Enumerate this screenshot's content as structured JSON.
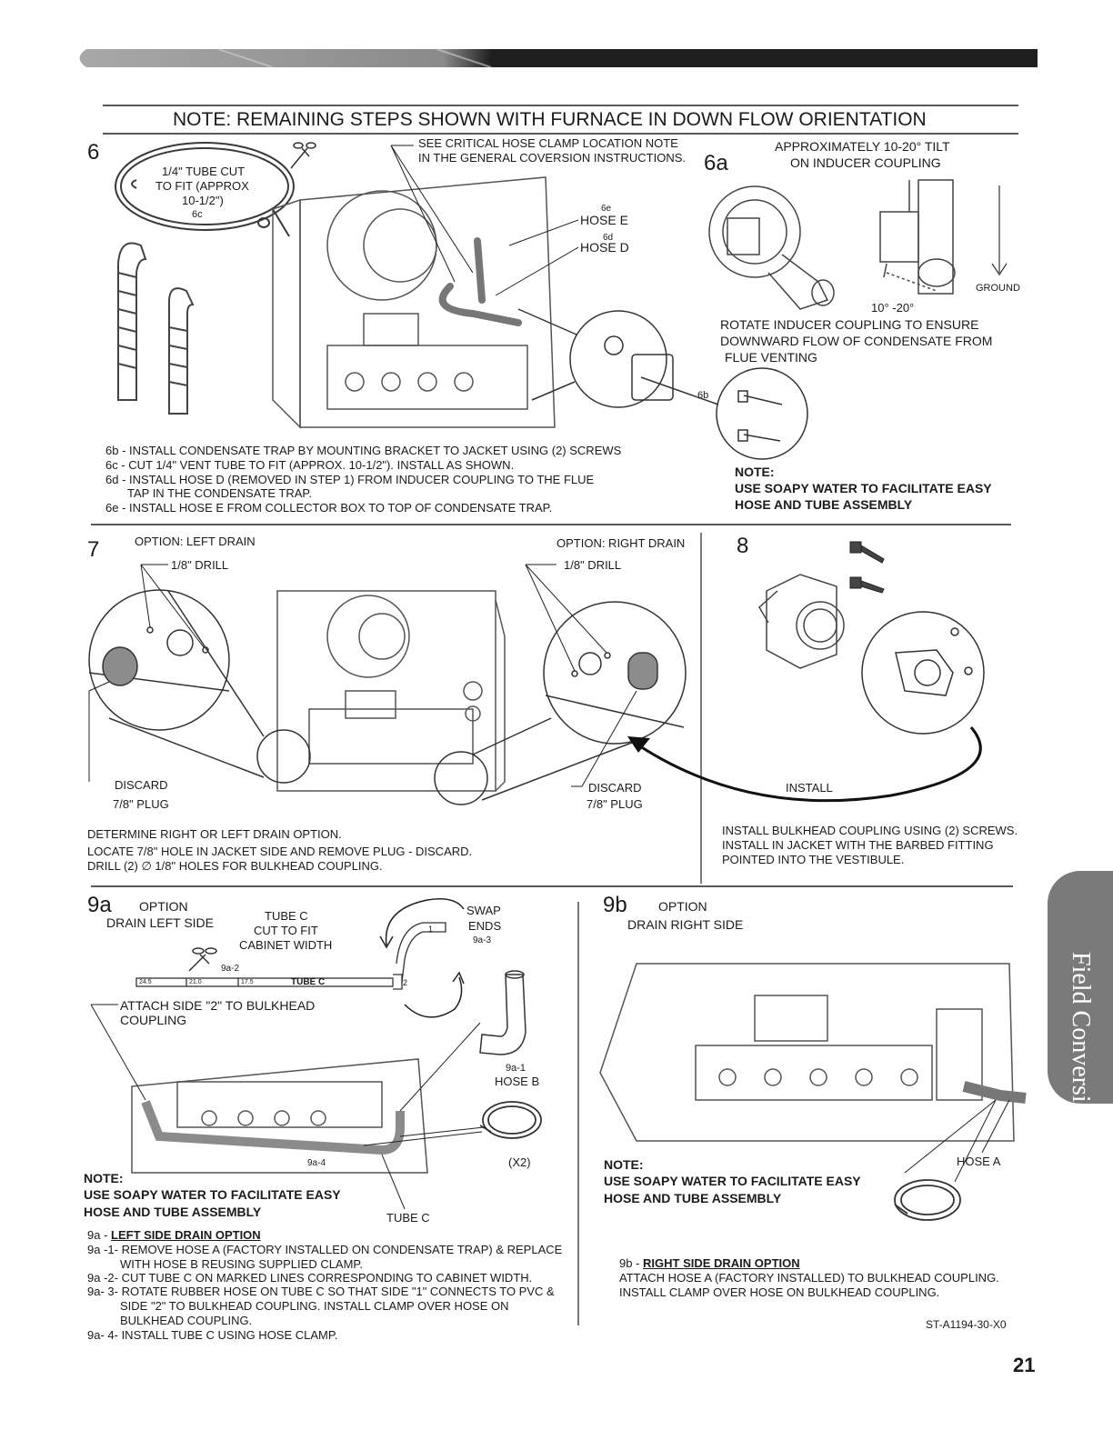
{
  "header": {
    "note_title": "NOTE: REMAINING STEPS SHOWN WITH FURNACE IN DOWN FLOW ORIENTATION"
  },
  "step6": {
    "number": "6",
    "tube_callout": [
      "1/4\" TUBE CUT",
      "TO FIT (APPROX",
      "10-1/2\")",
      "6c"
    ],
    "hose_clamp_note": [
      "SEE CRITICAL HOSE CLAMP LOCATION NOTE",
      "IN THE GENERAL COVERSION INSTRUCTIONS."
    ],
    "hose_e_ref": "6e",
    "hose_e": "HOSE E",
    "hose_d_ref": "6d",
    "hose_d": "HOSE D",
    "bracket_ref": "6b",
    "instructions": [
      "6b - INSTALL CONDENSATE TRAP BY MOUNTING BRACKET TO JACKET USING (2) SCREWS",
      "6c - CUT 1/4\" VENT TUBE TO FIT (APPROX. 10-1/2\"). INSTALL AS SHOWN.",
      "6d - INSTALL HOSE D (REMOVED IN STEP 1) FROM INDUCER COUPLING TO THE FLUE",
      "TAP IN THE CONDENSATE TRAP.",
      "6e - INSTALL HOSE E FROM COLLECTOR BOX TO TOP OF CONDENSATE TRAP."
    ],
    "note_label": "NOTE:",
    "note_lines": [
      "USE SOAPY WATER TO FACILITATE EASY",
      "HOSE AND TUBE ASSEMBLY"
    ]
  },
  "step6a": {
    "number": "6a",
    "tilt": [
      "APPROXIMATELY 10-20° TILT",
      "ON INDUCER COUPLING"
    ],
    "angle": "10° -20°",
    "ground": "GROUND",
    "rotate": [
      "ROTATE INDUCER COUPLING TO ENSURE",
      "DOWNWARD FLOW OF CONDENSATE FROM",
      "FLUE VENTING"
    ]
  },
  "step7": {
    "number": "7",
    "left_option": "OPTION: LEFT DRAIN",
    "right_option": "OPTION: RIGHT DRAIN",
    "drill_left": "1/8\" DRILL",
    "drill_right": "1/8\" DRILL",
    "discard_left": [
      "DISCARD",
      "7/8\" PLUG"
    ],
    "discard_right": [
      "DISCARD",
      "7/8\" PLUG"
    ],
    "instructions": [
      "DETERMINE RIGHT OR LEFT DRAIN OPTION.",
      "LOCATE 7/8\" HOLE IN JACKET SIDE AND REMOVE PLUG - DISCARD.",
      "DRILL (2) ∅ 1/8\" HOLES FOR BULKHEAD COUPLING."
    ]
  },
  "step8": {
    "number": "8",
    "install": "INSTALL",
    "instructions": [
      "INSTALL BULKHEAD COUPLING USING (2) SCREWS.",
      "INSTALL IN JACKET WITH THE BARBED FITTING",
      "POINTED INTO THE VESTIBULE."
    ]
  },
  "step9a": {
    "number": "9a",
    "option": "OPTION",
    "option_desc": "DRAIN LEFT SIDE",
    "tube_c_note": [
      "TUBE C",
      "CUT TO FIT",
      "CABINET WIDTH"
    ],
    "swap": [
      "SWAP",
      "ENDS",
      "9a-3"
    ],
    "cut_ref": "9a-2",
    "ruler_marks": [
      "24.5",
      "21.0",
      "17.5"
    ],
    "ruler_label": "TUBE C",
    "ruler_end_1": "1",
    "ruler_end_2": "2",
    "attach": [
      "ATTACH SIDE \"2\" TO BULKHEAD",
      "COUPLING"
    ],
    "hose_b_ref": "9a-1",
    "hose_b": "HOSE B",
    "clamp_qty": "(X2)",
    "tube_install_ref": "9a-4",
    "tube_c_label": "TUBE C",
    "note_label": "NOTE:",
    "note_lines": [
      "USE SOAPY WATER TO FACILITATE EASY",
      "HOSE AND TUBE ASSEMBLY"
    ],
    "heading_prefix": "9a - ",
    "heading": "LEFT SIDE DRAIN OPTION",
    "instructions": [
      "9a -1- REMOVE HOSE A (FACTORY INSTALLED ON CONDENSATE TRAP) & REPLACE",
      "WITH HOSE B REUSING SUPPLIED CLAMP.",
      "9a -2- CUT TUBE C ON MARKED LINES CORRESPONDING TO CABINET WIDTH.",
      "9a- 3- ROTATE RUBBER HOSE ON TUBE C SO THAT SIDE \"1\" CONNECTS TO PVC &",
      "SIDE \"2\" TO BULKHEAD COUPLING. INSTALL CLAMP OVER HOSE ON",
      "BULKHEAD COUPLING.",
      "9a- 4- INSTALL TUBE C USING HOSE CLAMP."
    ]
  },
  "step9b": {
    "number": "9b",
    "option": "OPTION",
    "option_desc": "DRAIN RIGHT SIDE",
    "hose_a": "HOSE A",
    "note_label": "NOTE:",
    "note_lines": [
      "USE SOAPY WATER TO FACILITATE EASY",
      "HOSE AND TUBE ASSEMBLY"
    ],
    "heading_prefix": "9b - ",
    "heading": "RIGHT SIDE DRAIN OPTION",
    "instructions": [
      "ATTACH HOSE A (FACTORY INSTALLED) TO BULKHEAD COUPLING.",
      "INSTALL CLAMP OVER HOSE ON BULKHEAD COUPLING."
    ]
  },
  "footer": {
    "doc_code": "ST-A1194-30-X0",
    "page_number": "21"
  },
  "side_tab": {
    "label": "Field Conversions"
  },
  "colors": {
    "header_bar": "#1f1f1f",
    "header_fade": "#9a9a9a",
    "tab": "#7a7a7a",
    "line_art": "#3a3a3a",
    "plug": "#8c8c8c"
  }
}
